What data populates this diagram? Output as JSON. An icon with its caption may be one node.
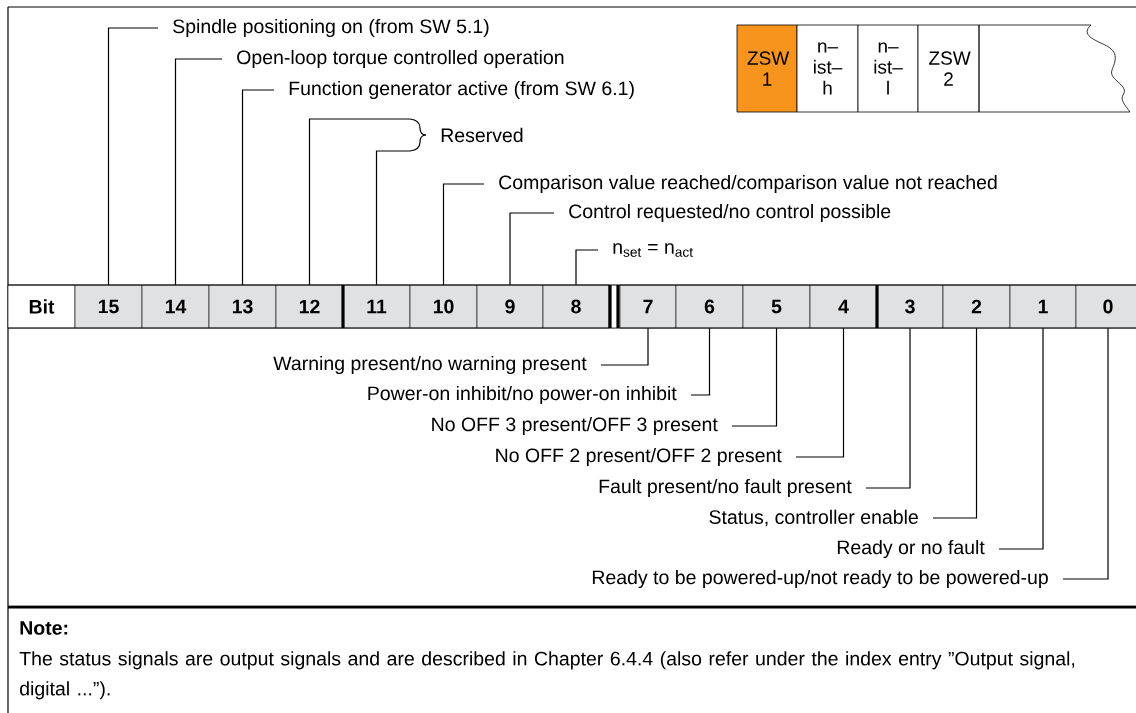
{
  "diagram": {
    "nodes": [
      {
        "text": [
          "Spindle positioning on (from SW 5.1)"
        ]
      },
      {
        "text": [
          "Open-loop torque controlled operation"
        ]
      },
      {
        "text": [
          "Function generator active (from SW 6.1)"
        ]
      },
      {
        "text": [
          "ZSW 1"
        ]
      },
      {
        "text": [
          "n– ist– h"
        ]
      },
      {
        "text": [
          "n– ist– l"
        ]
      },
      {
        "text": [
          "ZSW 2"
        ]
      },
      {
        "text": [],
        "shape": "box"
      },
      {
        "text": [
          "Reserved"
        ]
      },
      {
        "text": [
          "Comparison value reached/comparison value not reached"
        ]
      },
      {
        "text": [
          "Control requested/no control possible"
        ]
      },
      {
        "text": [
          "n$_{set}$ = n$_{act}$"
        ]
      },
      {
        "text": [
          "Bit"
        ]
      },
      {
        "text": [
          "15"
        ]
      },
      {
        "text": [
          "14"
        ]
      },
      {
        "text": [
          "13"
        ]
      },
      {
        "text": [
          "12"
        ]
      },
      {
        "text": [
          "11"
        ]
      },
      {
        "text": [
          "10"
        ]
      },
      {
        "text": [
          "9"
        ]
      },
      {
        "text": [
          "8"
        ]
      },
      {
        "text": [
          "7"
        ]
      },
      {
        "text": [
          "6"
        ]
      },
      {
        "text": [
          "5"
        ]
      },
      {
        "text": [
          "4"
        ]
      },
      {
        "text": [
          "3"
        ]
      },
      {
        "text": [
          "2"
        ]
      },
      {
        "text": [
          "1"
        ]
      },
      {
        "text": [
          "0"
        ]
      },
      {
        "text": [
          "Warning present/no warning present"
        ]
      },
      {
        "text": [
          "Power-on inhibit/no power-on inhibit"
        ]
      },
      {
        "text": [
          "No OFF 3 present/OFF 3 present"
        ]
      },
      {
        "text": [
          "No OFF 2 present/OFF 2 present"
        ]
      },
      {
        "text": [
          "Fault present/no fault present"
        ]
      },
      {
        "text": [
          "Status, controller enable"
        ]
      },
      {
        "text": [
          "Ready or no fault"
        ]
      },
      {
        "text": [
          "Ready to be powered-up/not ready to be powered-up"
        ]
      }
    ],
    "edges": [
      {
        "from": 0,
        "to": 13,
        "arrow": "none"
      },
      {
        "from": 1,
        "to": 14,
        "arrow": "none"
      },
      {
        "from": 2,
        "to": 15,
        "arrow": "none"
      },
      {
        "from": 8,
        "to": 16,
        "arrow": "none"
      },
      {
        "from": 8,
        "to": 17,
        "arrow": "none"
      },
      {
        "from": 9,
        "to": 18,
        "arrow": "none"
      },
      {
        "from": 10,
        "to": 19,
        "arrow": "none"
      },
      {
        "from": 11,
        "to": 20,
        "arrow": "none"
      },
      {
        "from": 29,
        "to": 21,
        "arrow": "none"
      },
      {
        "from": 30,
        "to": 22,
        "arrow": "none"
      },
      {
        "from": 31,
        "to": 23,
        "arrow": "none"
      },
      {
        "from": 32,
        "to": 24,
        "arrow": "none"
      },
      {
        "from": 33,
        "to": 25,
        "arrow": "none"
      },
      {
        "from": 34,
        "to": 26,
        "arrow": "none"
      },
      {
        "from": 35,
        "to": 27,
        "arrow": "none"
      },
      {
        "from": 36,
        "to": 28,
        "arrow": "none"
      }
    ],
    "labels": [
      "Note:",
      "The status signals are output signals and are described in Chapter 6.4.4 (also refer under the index entry ”Output signal, digital ...”)."
    ]
  }
}
